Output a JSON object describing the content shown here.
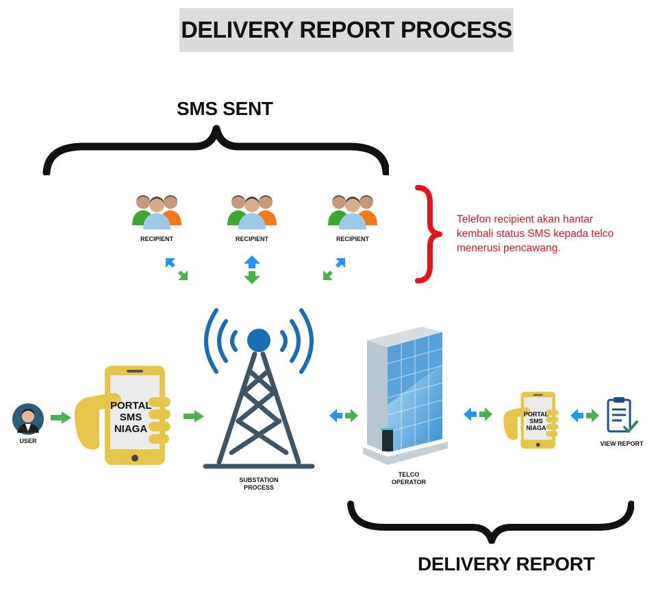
{
  "title": "DELIVERY REPORT PROCESS",
  "sms_sent_label": "SMS SENT",
  "delivery_report_label": "DELIVERY REPORT",
  "recipients": [
    {
      "label": "RECIPIENT"
    },
    {
      "label": "RECIPIENT"
    },
    {
      "label": "RECIPIENT"
    }
  ],
  "note": "Telefon recipient akan hantar kembali status SMS kepada telco menerusi pencawang.",
  "flow": {
    "user_label": "USER",
    "portal_lines": [
      "PORTAL",
      "SMS",
      "NIAGA"
    ],
    "substation_lines": [
      "SUBSTATION",
      "PROCESS"
    ],
    "telco_lines": [
      "TELCO",
      "OPERATOR"
    ],
    "view_report_label": "VIEW REPORT"
  },
  "colors": {
    "arrow_green": "#4caf50",
    "arrow_blue": "#2196f3",
    "note_red": "#e0141a",
    "phone_gold": "#e6c64a",
    "tower": "#3e5566",
    "antenna_blue": "#1b6db3"
  },
  "icons": {
    "user": "user-avatar-icon",
    "recipient": "people-group-icon",
    "tower": "signal-tower-icon",
    "building": "office-building-icon",
    "phone": "hand-phone-icon",
    "report": "clipboard-check-icon"
  }
}
